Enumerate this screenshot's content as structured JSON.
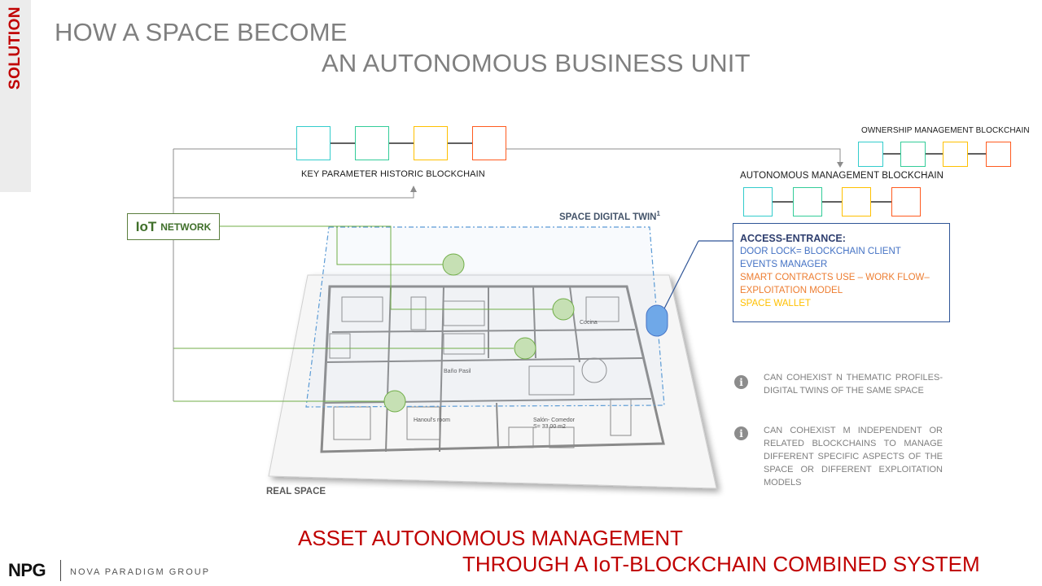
{
  "side_label": "SOLUTION",
  "title": {
    "line1": "HOW A SPACE BECOME",
    "line2": "AN AUTONOMOUS BUSINESS UNIT"
  },
  "diagram": {
    "key_chain_label": "KEY PARAMETER HISTORIC BLOCKCHAIN",
    "ownership_label": "OWNERSHIP MANAGEMENT BLOCKCHAIN",
    "autonomous_label": "AUTONOMOUS MANAGEMENT BLOCKCHAIN",
    "iot_big": "IoT",
    "iot_small": "NETWORK",
    "twin_label": "SPACE DIGITAL TWIN",
    "twin_sup": "1",
    "real_space_label": "REAL SPACE",
    "chain_colors": [
      "#33cccc",
      "#33cc99",
      "#ffc000",
      "#ff5b1f"
    ],
    "plan_labels": {
      "room1": "Hanoul's room",
      "living": "Salón- Comedor",
      "living_area": "S= 33.00 m2",
      "bath": "Baño Pasil",
      "kitchen": "Cocina"
    }
  },
  "access": {
    "heading": "ACCESS-ENTRANCE:",
    "line1": "DOOR LOCK= BLOCKCHAIN CLIENT",
    "line2": "EVENTS MANAGER",
    "line3": "SMART CONTRACTS USE – WORK FLOW–",
    "line4": "EXPLOITATION MODEL",
    "line5": "SPACE WALLET",
    "colors": {
      "blue": "#4472c4",
      "orange": "#ed7d31",
      "yellow": "#ffc000"
    }
  },
  "notes": {
    "note1": "CAN COHEXIST N THEMATIC PROFILES- DIGITAL TWINS OF THE SAME SPACE",
    "note2": "CAN COHEXIST M INDEPENDENT OR RELATED BLOCKCHAINS TO MANAGE DIFFERENT SPECIFIC ASPECTS OF THE SPACE OR DIFFERENT EXPLOITATION MODELS",
    "icon": "info-icon",
    "icon_glyph": "i"
  },
  "bottom": {
    "line1": "ASSET AUTONOMOUS MANAGEMENT",
    "line2": "THROUGH A IoT-BLOCKCHAIN COMBINED SYSTEM"
  },
  "logo": {
    "mark": "NPG",
    "text": "NOVA PARADIGM GROUP"
  }
}
